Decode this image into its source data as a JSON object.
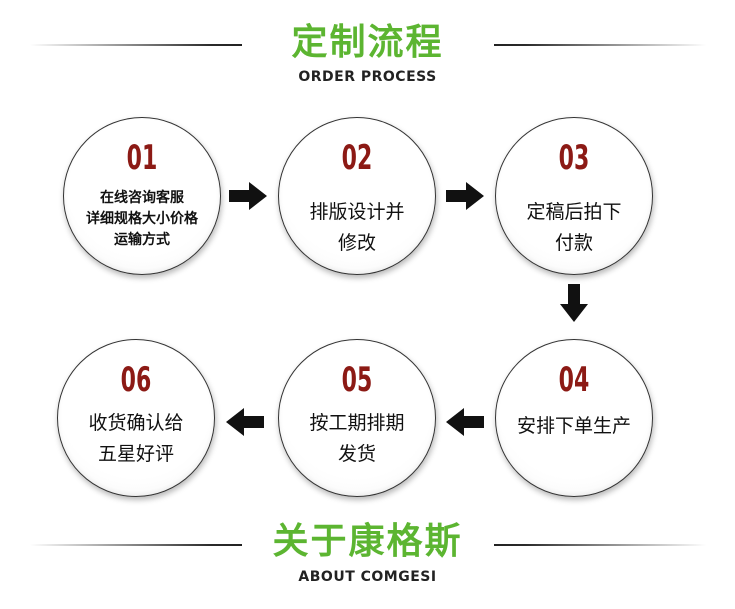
{
  "header": {
    "title_cn": "定制流程",
    "title_en": "ORDER PROCESS"
  },
  "footer": {
    "title_cn": "关于康格斯",
    "title_en": "ABOUT COMGESI"
  },
  "steps": [
    {
      "number": "01",
      "lines": [
        "在线咨询客服",
        "详细规格大小价格",
        "运输方式"
      ]
    },
    {
      "number": "02",
      "lines": [
        "排版设计并",
        "修改"
      ]
    },
    {
      "number": "03",
      "lines": [
        "定稿后拍下",
        "付款"
      ]
    },
    {
      "number": "04",
      "lines": [
        "安排下单生产"
      ]
    },
    {
      "number": "05",
      "lines": [
        "按工期排期",
        "发货"
      ]
    },
    {
      "number": "06",
      "lines": [
        "收货确认给",
        "五星好评"
      ]
    }
  ],
  "colors": {
    "accent_green": "#5cb531",
    "number_red": "#8c1a15",
    "arrow": "#111111"
  },
  "icons": [
    "arrow-right-icon",
    "arrow-down-icon",
    "arrow-left-icon"
  ]
}
